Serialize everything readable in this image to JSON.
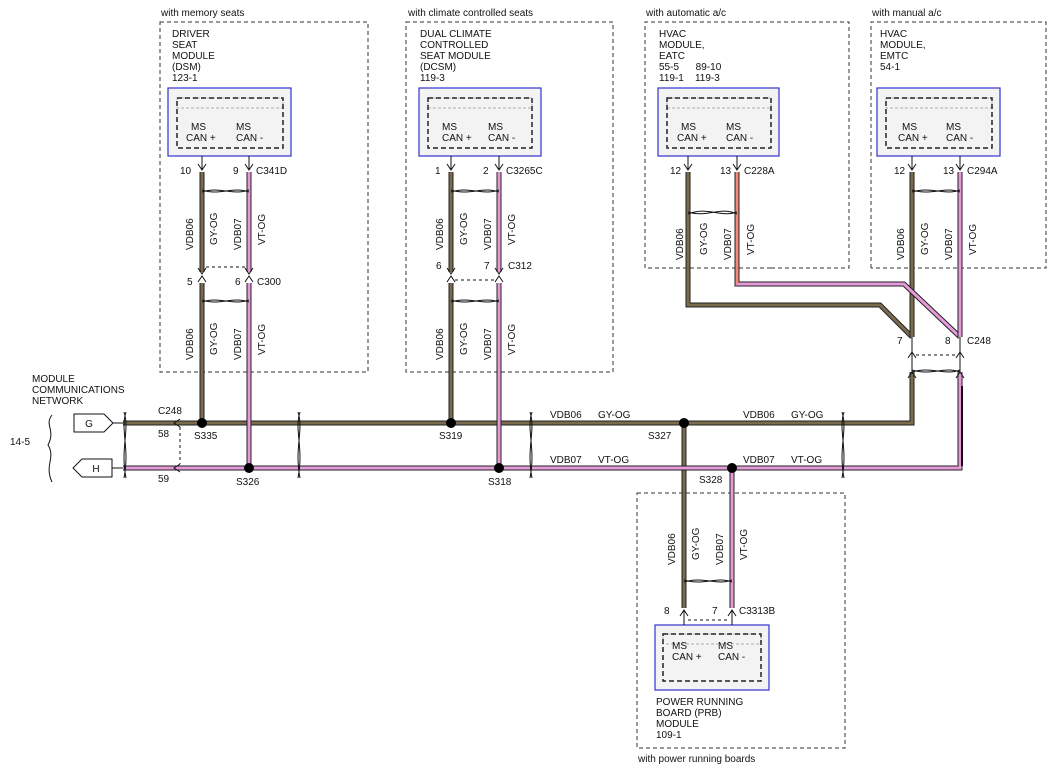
{
  "colors": {
    "gy_og": "#7b6a4c",
    "vt_og": "#e79ad9",
    "outline": "#222222",
    "module_border": "#3333cc",
    "module_fill": "#f3f3f3"
  },
  "page_ref": "14-5",
  "network": {
    "label_lines": [
      "MODULE",
      "COMMUNICATIONS",
      "NETWORK"
    ],
    "connector": "C248",
    "pin_g_num": "58",
    "pin_h_num": "59",
    "pin_g_label": "G",
    "pin_h_label": "H"
  },
  "modules": {
    "dsm": {
      "condition": "with memory seats",
      "name_lines": [
        "DRIVER",
        "SEAT",
        "MODULE",
        "(DSM)",
        "123-1"
      ],
      "can_plus": [
        "MS",
        "CAN +"
      ],
      "can_minus": [
        "MS",
        "CAN -"
      ],
      "pin_plus": "10",
      "pin_minus": "9",
      "connector": "C341D"
    },
    "dcsm": {
      "condition": "with climate controlled seats",
      "name_lines": [
        "DUAL CLIMATE",
        "CONTROLLED",
        "SEAT MODULE",
        "(DCSM)",
        "119-3"
      ],
      "can_plus": [
        "MS",
        "CAN +"
      ],
      "can_minus": [
        "MS",
        "CAN -"
      ],
      "pin_plus": "1",
      "pin_minus": "2",
      "connector": "C3265C"
    },
    "eatc": {
      "condition": "with automatic a/c",
      "name_lines": [
        "HVAC",
        "MODULE,",
        "EATC",
        "55-5      89-10",
        "119-1    119-3"
      ],
      "can_plus": [
        "MS",
        "CAN +"
      ],
      "can_minus": [
        "MS",
        "CAN -"
      ],
      "pin_plus": "12",
      "pin_minus": "13",
      "connector": "C228A"
    },
    "emtc": {
      "condition": "with manual a/c",
      "name_lines": [
        "HVAC",
        "MODULE,",
        "EMTC",
        "54-1"
      ],
      "can_plus": [
        "MS",
        "CAN +"
      ],
      "can_minus": [
        "MS",
        "CAN -"
      ],
      "pin_plus": "12",
      "pin_minus": "13",
      "connector": "C294A"
    },
    "prb": {
      "condition": "with power running boards",
      "name_lines": [
        "POWER RUNNING",
        "BOARD (PRB)",
        "MODULE",
        "109-1"
      ],
      "can_plus": [
        "MS",
        "CAN +"
      ],
      "can_minus": [
        "MS",
        "CAN -"
      ],
      "pin_plus": "8",
      "pin_minus": "7",
      "connector": "C3313B"
    }
  },
  "connectors": {
    "c300": {
      "name": "C300",
      "pin_a": "5",
      "pin_b": "6"
    },
    "c312": {
      "name": "C312",
      "pin_a": "6",
      "pin_b": "7"
    },
    "c248": {
      "name": "C248",
      "pin_a": "7",
      "pin_b": "8"
    }
  },
  "splices": {
    "s335": "S335",
    "s326": "S326",
    "s319": "S319",
    "s318": "S318",
    "s327": "S327",
    "s328": "S328"
  },
  "wires": {
    "vdb06": "VDB06",
    "vdb07": "VDB07",
    "gy_og": "GY-OG",
    "vt_og": "VT-OG"
  }
}
